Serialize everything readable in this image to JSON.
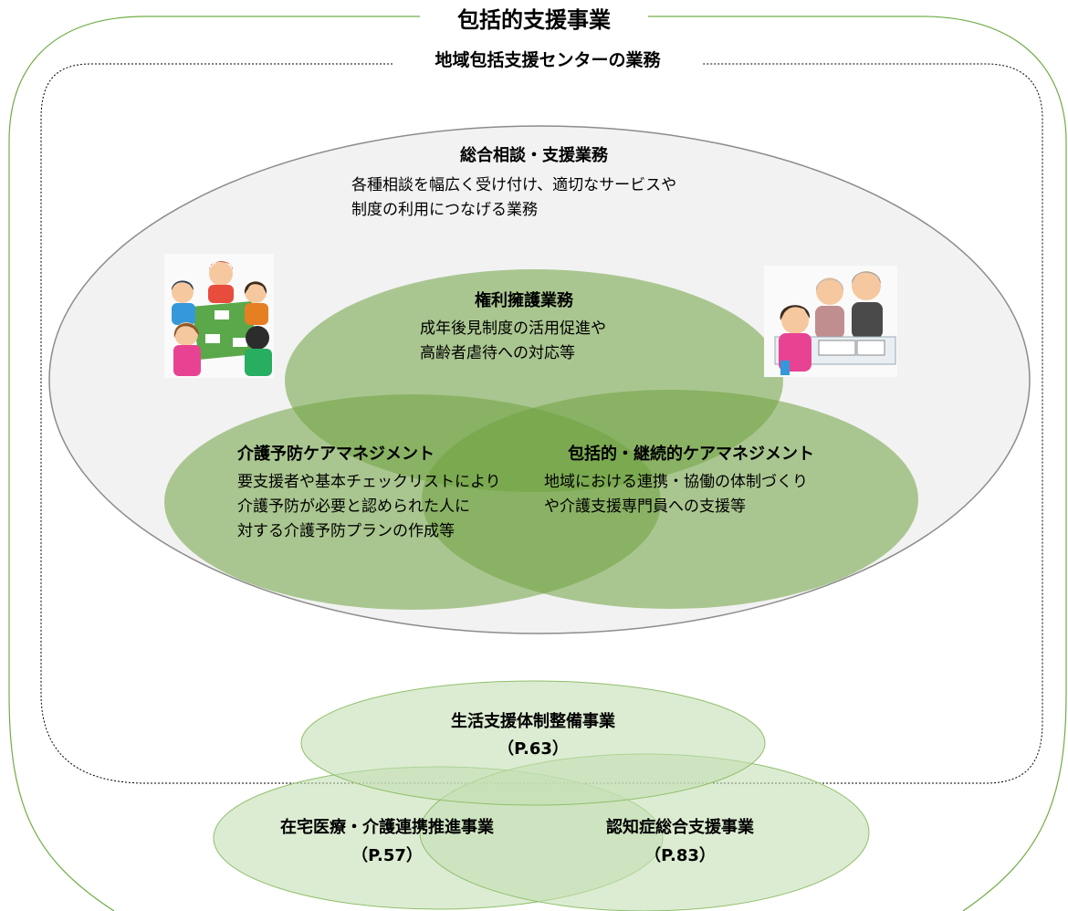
{
  "outer": {
    "title": "包括的支援事業"
  },
  "center": {
    "title": "地域包括支援センターの業務"
  },
  "sogo": {
    "title": "総合相談・支援業務",
    "lines": [
      "各種相談を幅広く受け付け、適切なサービスや",
      "制度の利用につなげる業務"
    ]
  },
  "kenri": {
    "title": "権利擁護業務",
    "lines": [
      "成年後見制度の活用促進や",
      "高齢者虐待への対応等"
    ]
  },
  "kaigo": {
    "title": "介護予防ケアマネジメント",
    "lines": [
      "要支援者や基本チェックリストにより",
      "介護予防が必要と認められた人に",
      "対する介護予防プランの作成等"
    ]
  },
  "houkatsu": {
    "title": "包括的・継続的ケアマネジメント",
    "lines": [
      "地域における連携・協働の体制づくり",
      "や介護支援専門員への支援等"
    ]
  },
  "seikatsu": {
    "title": "生活支援体制整備事業",
    "page": "（P.63）"
  },
  "zaitaku": {
    "title": "在宅医療・介護連携推進事業",
    "page": "（P.57）"
  },
  "ninchi": {
    "title": "認知症総合支援事業",
    "page": "（P.83）"
  },
  "colors": {
    "outer_border": "#70ad47",
    "large_ellipse_fill": "#f2f2f2",
    "large_ellipse_stroke": "#8c8c8c",
    "venn_green": "#6fa33f",
    "light_green": "#c5e0b4",
    "light_green_stroke": "#8fbf6a"
  },
  "icons": {
    "left": "meeting-illustration-icon",
    "right": "consultation-illustration-icon"
  }
}
